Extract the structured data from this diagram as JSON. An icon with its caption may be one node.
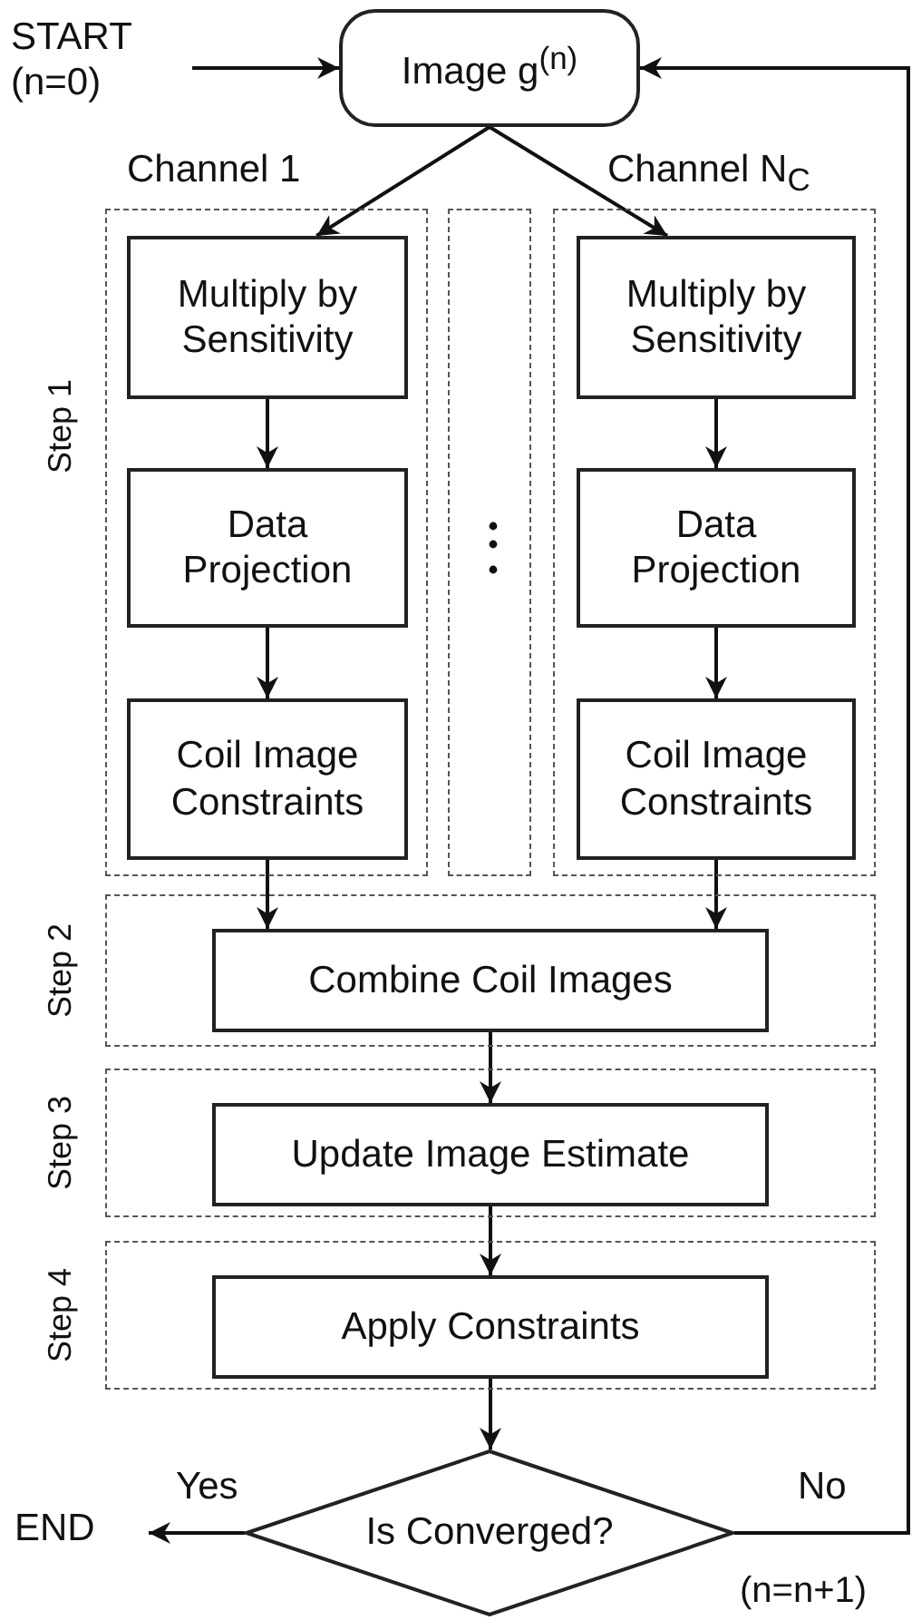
{
  "diagram": {
    "nodes": [
      {
        "text": [
          "START (n=0)"
        ]
      },
      {
        "text": [
          "Image g$^{(n)}$"
        ]
      },
      {
        "text": [
          "Channel 1"
        ]
      },
      {
        "text": [
          "Multiply by Sensitivity"
        ],
        "in": 2
      },
      {
        "text": [
          "Data Projection"
        ],
        "in": 2
      },
      {
        "text": [
          "Coil Image Constraints"
        ],
        "in": 2
      },
      {
        "text": [],
        "shape": "box"
      },
      {
        "text": [
          "Channel N$_{C}$"
        ]
      },
      {
        "text": [
          "Multiply by Sensitivity"
        ],
        "in": 7
      },
      {
        "text": [
          "Data Projection"
        ],
        "in": 7
      },
      {
        "text": [
          "Coil Image Constraints"
        ],
        "in": 7
      },
      {
        "text": [
          "Step 2"
        ]
      },
      {
        "text": [
          "Combine Coil Images"
        ],
        "in": 11
      },
      {
        "text": [
          "Step 3"
        ]
      },
      {
        "text": [
          "Update Image Estimate"
        ],
        "in": 13
      },
      {
        "text": [
          "Step 4"
        ]
      },
      {
        "text": [
          "Apply Constraints"
        ],
        "in": 15
      },
      {
        "text": [
          "Is Converged?"
        ]
      },
      {
        "text": [
          "END"
        ]
      }
    ],
    "edges": [
      {
        "from": 0,
        "to": 1,
        "arrow": "to"
      },
      {
        "from": 1,
        "to": 3,
        "arrow": "to"
      },
      {
        "from": 1,
        "to": 8,
        "arrow": "to"
      },
      {
        "from": 3,
        "to": 4,
        "arrow": "to"
      },
      {
        "from": 4,
        "to": 5,
        "arrow": "to"
      },
      {
        "from": 8,
        "to": 9,
        "arrow": "to"
      },
      {
        "from": 9,
        "to": 10,
        "arrow": "to"
      },
      {
        "from": 5,
        "to": 12,
        "arrow": "to"
      },
      {
        "from": 10,
        "to": 12,
        "arrow": "to"
      },
      {
        "from": 12,
        "to": 14,
        "arrow": "to"
      },
      {
        "from": 14,
        "to": 16,
        "arrow": "to"
      },
      {
        "from": 16,
        "to": 17,
        "arrow": "to"
      },
      {
        "from": 17,
        "to": 18,
        "label": "Yes",
        "arrow": "to"
      },
      {
        "from": 17,
        "to": 1,
        "label": "No",
        "arrow": "to"
      }
    ],
    "labels": [
      "Step 1",
      "(n=n+1)"
    ]
  }
}
